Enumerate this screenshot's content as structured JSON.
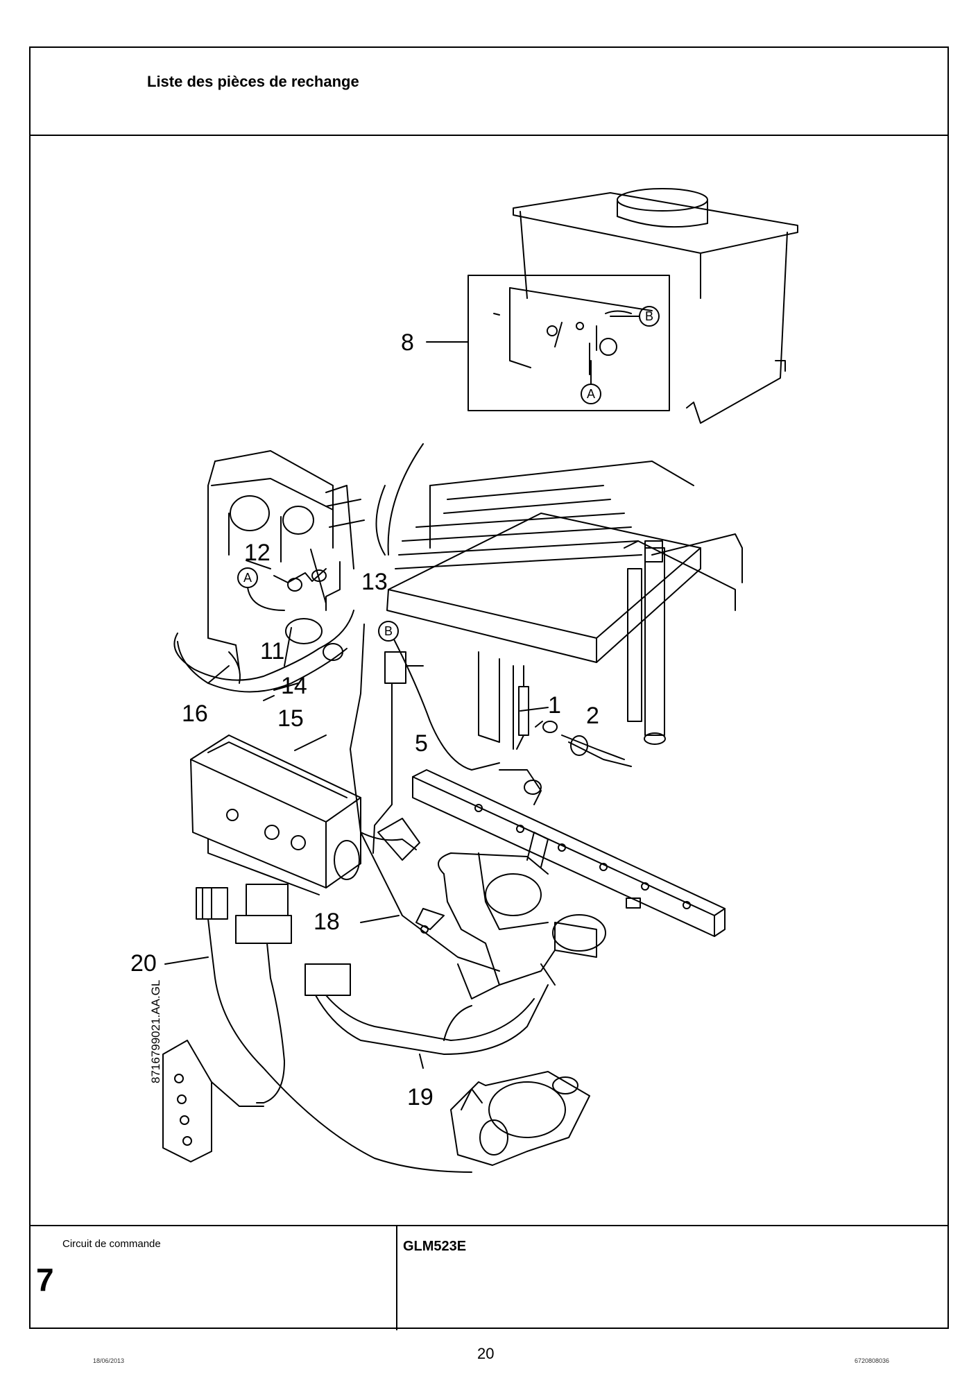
{
  "header": {
    "title": "Liste des pièces de rechange"
  },
  "footer": {
    "section_label": "Circuit de commande",
    "section_number": "7",
    "model": "GLM523E",
    "page_number": "20",
    "date": "18/06/2013",
    "document_number": "6720808036"
  },
  "diagram": {
    "reference_code": "8716799021.AA.GL",
    "callouts": [
      "8",
      "12",
      "13",
      "11",
      "14",
      "16",
      "15",
      "1",
      "2",
      "5",
      "18",
      "20",
      "19"
    ],
    "connection_markers": [
      "A",
      "B",
      "A",
      "B"
    ]
  }
}
